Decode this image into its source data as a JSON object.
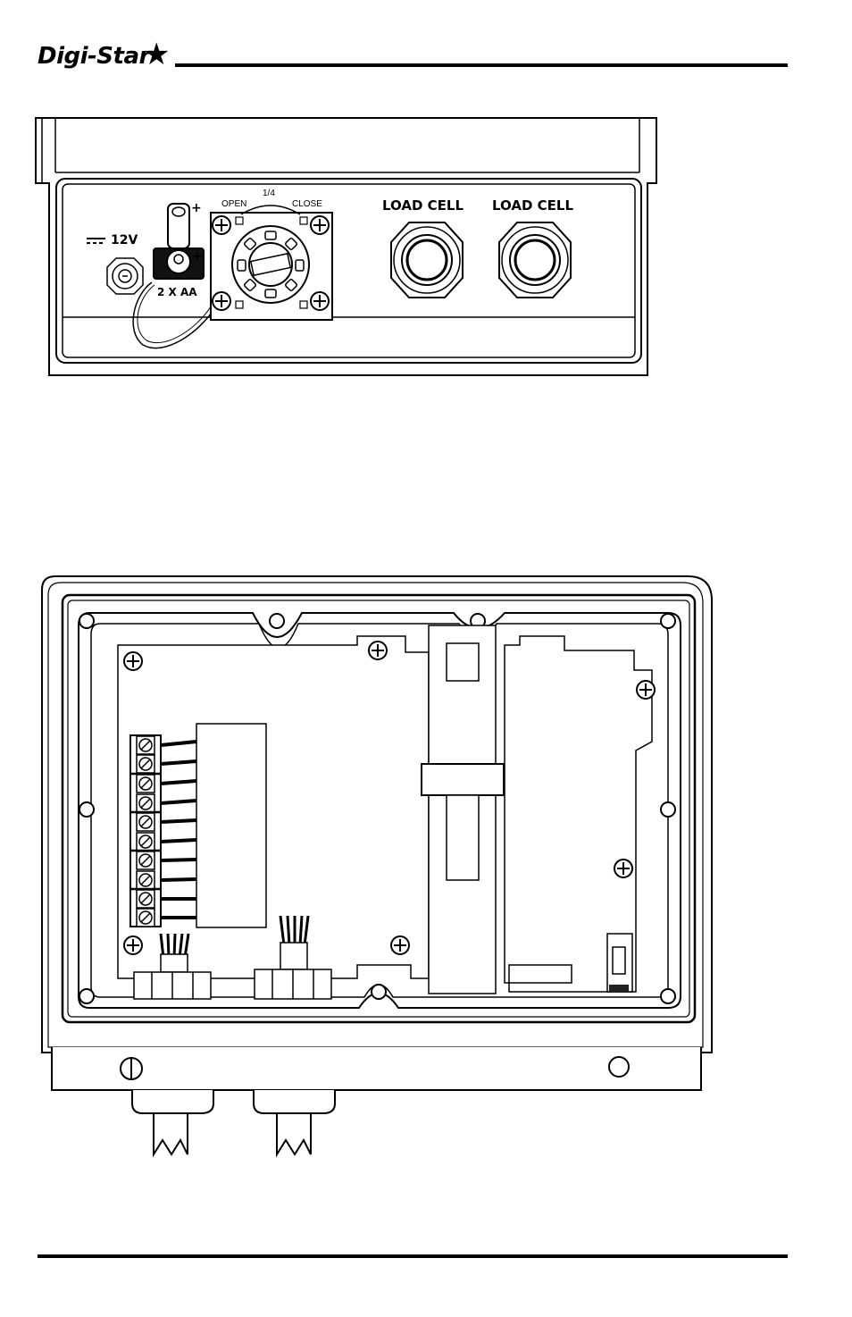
{
  "header": {
    "logo_text": "Digi-Star",
    "logo_icon": "star-icon"
  },
  "front_panel": {
    "power_label": "12V",
    "battery_label": "2 X AA",
    "battery_plus": "+",
    "battery_plus_2": "+",
    "cover_open": "OPEN",
    "cover_turn": "1/4",
    "cover_close": "CLOSE",
    "load_cell_1": "LOAD CELL",
    "load_cell_2": "LOAD CELL"
  }
}
